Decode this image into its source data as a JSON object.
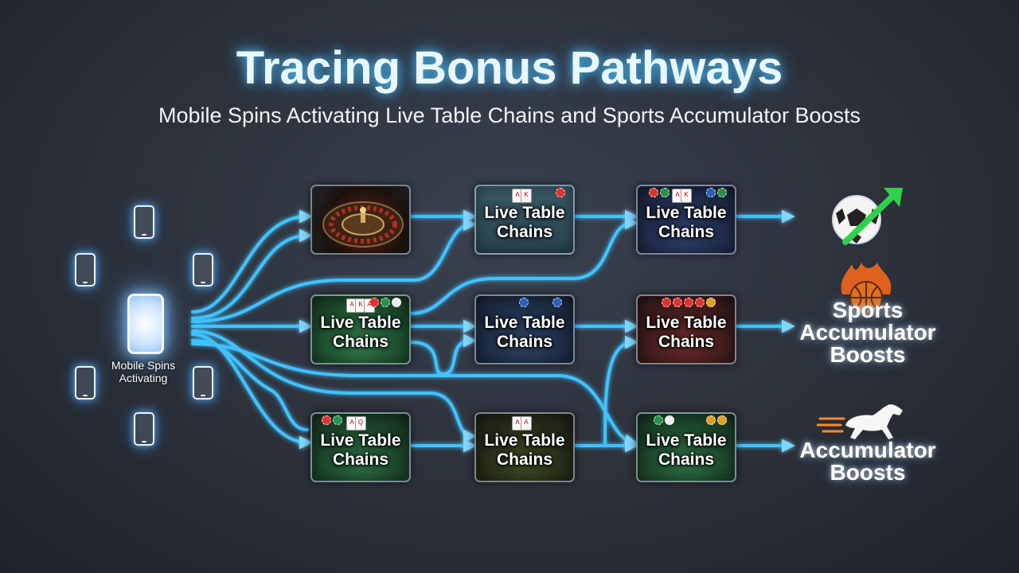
{
  "header": {
    "title": "Tracing Bonus Pathways",
    "subtitle": "Mobile Spins Activating Live Table Chains and Sports Accumulator Boosts"
  },
  "hub": {
    "label_line1": "Mobile Spins",
    "label_line2": "Activating"
  },
  "cards": {
    "label_line1": "Live Table",
    "label_line2": "Chains"
  },
  "outputs": {
    "sports": {
      "line1": "Sports",
      "line2": "Accumulator",
      "line3": "Boosts",
      "icon": "basketball-fire-icon"
    },
    "accumulator": {
      "line1": "Accumulator",
      "line2": "Boosts",
      "icon": "racing-horse-icon"
    },
    "top": {
      "icon": "soccer-ball-trend-icon"
    }
  },
  "colors": {
    "flow": "#3fc2ff",
    "glow": "#8fd8ff",
    "title_glow": "#50c8ff"
  }
}
